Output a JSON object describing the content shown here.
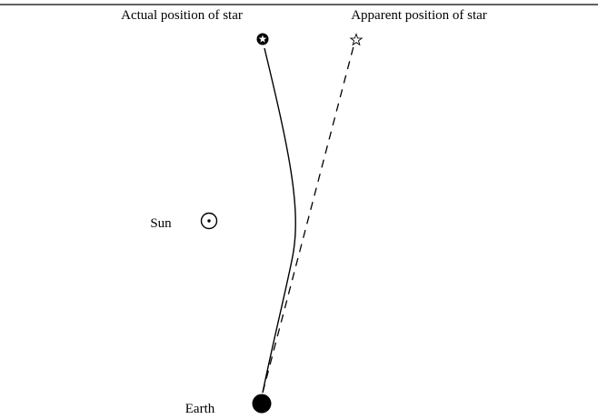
{
  "labels": {
    "actual_star": "Actual position of star",
    "apparent_star": "Apparent position of star",
    "sun": "Sun",
    "earth": "Earth"
  },
  "icons": {
    "actual_star": "filled-star-icon",
    "apparent_star": "outline-star-icon",
    "sun": "circled-dot-sun-icon",
    "earth": "filled-circle-earth-icon"
  },
  "colors": {
    "ink": "#000000",
    "background": "#ffffff"
  }
}
